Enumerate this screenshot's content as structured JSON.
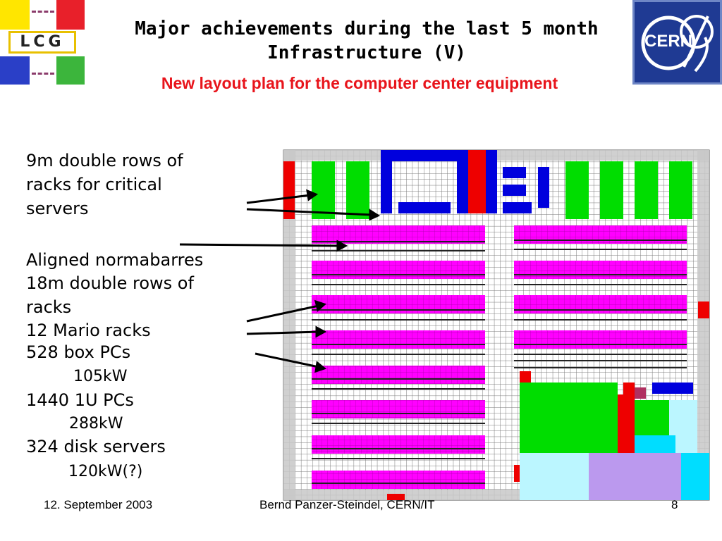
{
  "slide": {
    "title_line1": "Major achievements during the last 5 month",
    "title_line2": "Infrastructure (V)",
    "subtitle": "New layout plan for the computer center equipment",
    "logo_left_text": "LCG",
    "logo_right_text": "CERN"
  },
  "labels": {
    "critical_1": "9m double rows of",
    "critical_2": "racks for critical",
    "critical_3": "servers",
    "normabarres": "Aligned normabarres",
    "racks18_1": "18m double rows of",
    "racks18_2": "racks",
    "mario": "12 Mario racks",
    "boxpcs": "528 box PCs",
    "boxpcs_kw": "105kW",
    "onu": "1440 1U PCs",
    "onu_kw": "288kW",
    "disk": "324 disk servers",
    "disk_kw": "120kW(?)"
  },
  "footer": {
    "date": "12. September 2003",
    "author": "Bernd Panzer-Steindel, CERN/IT",
    "page": "8"
  },
  "colors": {
    "grid_bg": "#c8c8c8",
    "magenta": "#ff00ff",
    "green": "#00dd00",
    "blue": "#0000dd",
    "red": "#ee0000",
    "cyan": "#00ddff",
    "light_cyan": "#bbf6ff",
    "lavender": "#bb99ee",
    "title_red": "#e8141b"
  }
}
